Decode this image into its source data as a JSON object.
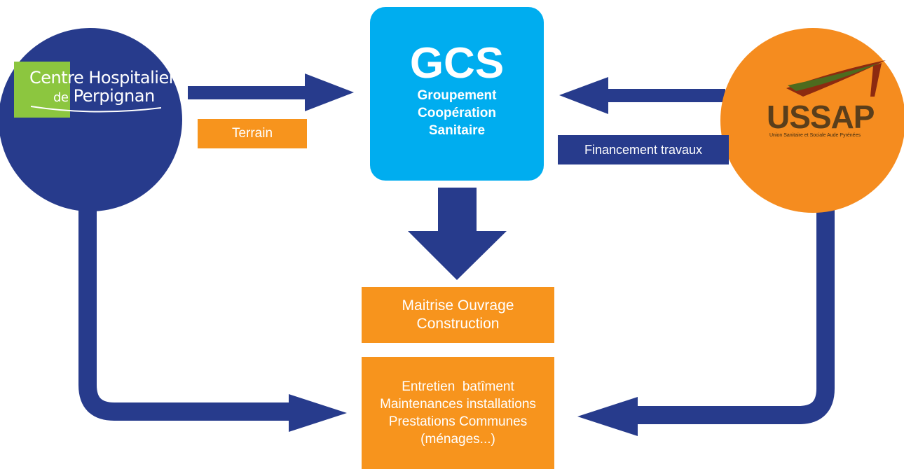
{
  "centre_hospitalier": {
    "line1": "Centre Hospitalier",
    "line2_prefix": "de",
    "line2": "Perpignan"
  },
  "ussap": {
    "name": "USSAP",
    "subtitle": "Union Sanitaire et Sociale Aude Pyrénées"
  },
  "gcs": {
    "title": "GCS",
    "lines": [
      "Groupement",
      "Coopération",
      "Sanitaire"
    ]
  },
  "labels": {
    "terrain": "Terrain",
    "financement": "Financement travaux"
  },
  "maitrise": {
    "lines": [
      "Maitrise Ouvrage",
      "Construction"
    ]
  },
  "entretien": {
    "lines": [
      "Entretien  batîment",
      "Maintenances installations",
      "Prestations Communes",
      "(ménages...)"
    ]
  },
  "colors": {
    "navy": "#273b8c",
    "orange": "#f7941d",
    "cyan": "#00adef",
    "green": "#8cc63f"
  }
}
